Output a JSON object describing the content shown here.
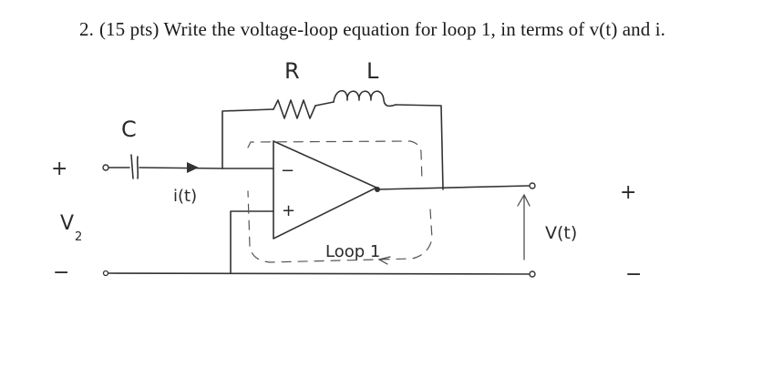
{
  "question": {
    "number": "2.",
    "text": "(15 pts) Write the voltage-loop equation for loop 1, in terms of v(t) and i."
  },
  "circuit": {
    "resistor_label": "R",
    "inductor_label": "L",
    "capacitor_label": "C",
    "current_label": "i(t)",
    "input_voltage_label": "V",
    "input_voltage_subscript": "2",
    "output_voltage_label": "V(t)",
    "loop_label": "Loop 1",
    "opamp_inverting": "−",
    "opamp_noninverting": "+",
    "input_plus": "+",
    "input_minus": "−",
    "output_plus": "+",
    "output_minus": "−"
  }
}
